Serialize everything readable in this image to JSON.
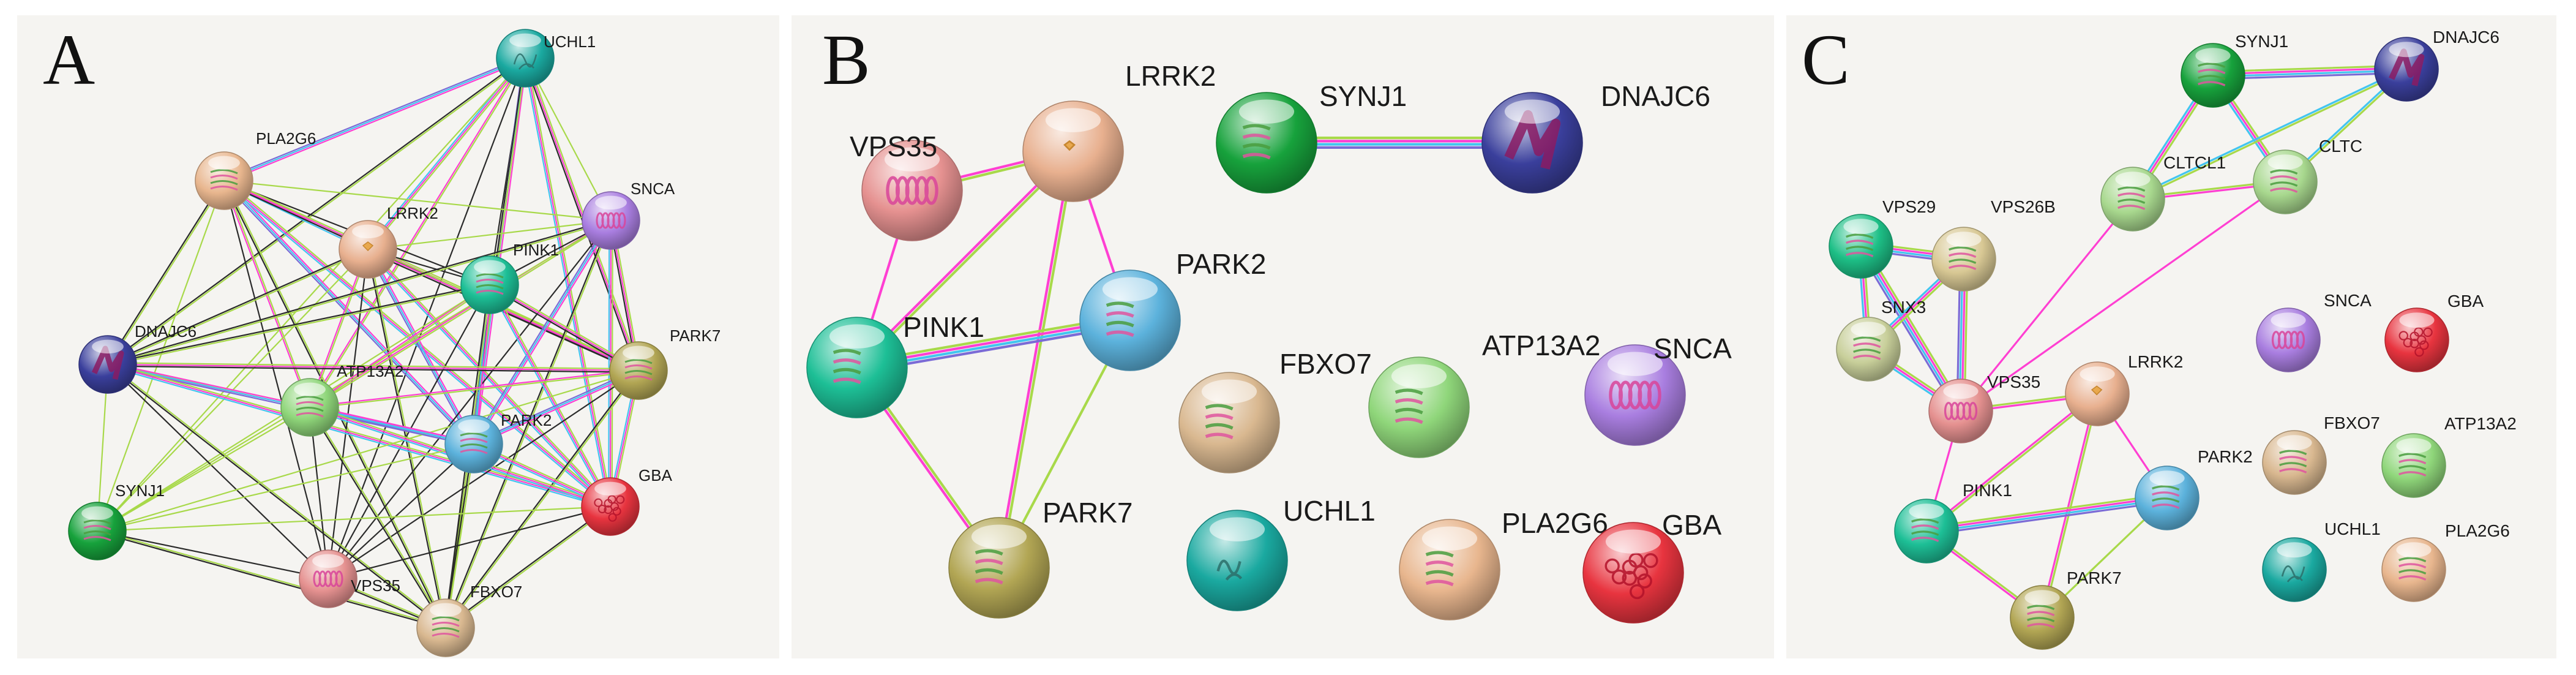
{
  "colors": {
    "edges": [
      "#a8d94a",
      "#ff3fd2",
      "#2b2b2b",
      "#42c5f0",
      "#7b6bd6",
      "#b7c98a"
    ],
    "background": "#f5f4f1"
  },
  "panels": [
    {
      "letter": "A",
      "nodes": [
        {
          "name": "UCHL1",
          "color": "#1aa9a0",
          "motif": "rna"
        },
        {
          "name": "PLA2G6",
          "color": "#e8b68e",
          "motif": "sheet"
        },
        {
          "name": "LRRK2",
          "color": "#e8b08f",
          "motif": "small"
        },
        {
          "name": "SNCA",
          "color": "#a97ee0",
          "motif": "helix"
        },
        {
          "name": "PINK1",
          "color": "#1dbf96",
          "motif": "sheet"
        },
        {
          "name": "DNAJC6",
          "color": "#3a3f9c",
          "motif": "purple"
        },
        {
          "name": "PARK7",
          "color": "#b2a654",
          "motif": "sheet"
        },
        {
          "name": "ATP13A2",
          "color": "#8fd67a",
          "motif": "sheet"
        },
        {
          "name": "PARK2",
          "color": "#5cb2dc",
          "motif": "sheet"
        },
        {
          "name": "GBA",
          "color": "#e8343f",
          "motif": "red"
        },
        {
          "name": "SYNJ1",
          "color": "#17a23c",
          "motif": "sheet"
        },
        {
          "name": "VPS35",
          "color": "#e59190",
          "motif": "helix"
        },
        {
          "name": "FBXO7",
          "color": "#d9b890",
          "motif": "sheet"
        }
      ]
    },
    {
      "letter": "B",
      "nodes": [
        {
          "name": "LRRK2",
          "color": "#e8b08f",
          "motif": "small"
        },
        {
          "name": "VPS35",
          "color": "#e59190",
          "motif": "helix"
        },
        {
          "name": "SYNJ1",
          "color": "#17a23c",
          "motif": "sheet"
        },
        {
          "name": "DNAJC6",
          "color": "#3a3f9c",
          "motif": "purple"
        },
        {
          "name": "PARK2",
          "color": "#5cb2dc",
          "motif": "sheet"
        },
        {
          "name": "PINK1",
          "color": "#1dbf96",
          "motif": "sheet"
        },
        {
          "name": "FBXO7",
          "color": "#d9b890",
          "motif": "sheet"
        },
        {
          "name": "ATP13A2",
          "color": "#8fd67a",
          "motif": "sheet"
        },
        {
          "name": "SNCA",
          "color": "#a97ee0",
          "motif": "helix"
        },
        {
          "name": "PARK7",
          "color": "#b2a654",
          "motif": "sheet"
        },
        {
          "name": "UCHL1",
          "color": "#1aa9a0",
          "motif": "rna"
        },
        {
          "name": "PLA2G6",
          "color": "#e8b68e",
          "motif": "sheet"
        },
        {
          "name": "GBA",
          "color": "#e8343f",
          "motif": "red"
        }
      ]
    },
    {
      "letter": "C",
      "nodes": [
        {
          "name": "SYNJ1",
          "color": "#17a23c",
          "motif": "sheet"
        },
        {
          "name": "DNAJC6",
          "color": "#3a3f9c",
          "motif": "purple"
        },
        {
          "name": "CLTCL1",
          "color": "#a8d88e",
          "motif": "sheet"
        },
        {
          "name": "CLTC",
          "color": "#a8d88e",
          "motif": "sheet"
        },
        {
          "name": "VPS29",
          "color": "#1dbf86",
          "motif": "sheet"
        },
        {
          "name": "VPS26B",
          "color": "#d8c894",
          "motif": "sheet"
        },
        {
          "name": "SNX3",
          "color": "#c8cf9a",
          "motif": "sheet"
        },
        {
          "name": "VPS35",
          "color": "#e59190",
          "motif": "helix"
        },
        {
          "name": "LRRK2",
          "color": "#e8b08f",
          "motif": "small"
        },
        {
          "name": "SNCA",
          "color": "#a97ee0",
          "motif": "helix"
        },
        {
          "name": "GBA",
          "color": "#e8343f",
          "motif": "red"
        },
        {
          "name": "PARK2",
          "color": "#5cb2dc",
          "motif": "sheet"
        },
        {
          "name": "PINK1",
          "color": "#1dbf96",
          "motif": "sheet"
        },
        {
          "name": "FBXO7",
          "color": "#d9b890",
          "motif": "sheet"
        },
        {
          "name": "ATP13A2",
          "color": "#8fd67a",
          "motif": "sheet"
        },
        {
          "name": "UCHL1",
          "color": "#1aa9a0",
          "motif": "rna"
        },
        {
          "name": "PLA2G6",
          "color": "#e8b68e",
          "motif": "sheet"
        },
        {
          "name": "PARK7",
          "color": "#b2a654",
          "motif": "sheet"
        }
      ]
    }
  ]
}
